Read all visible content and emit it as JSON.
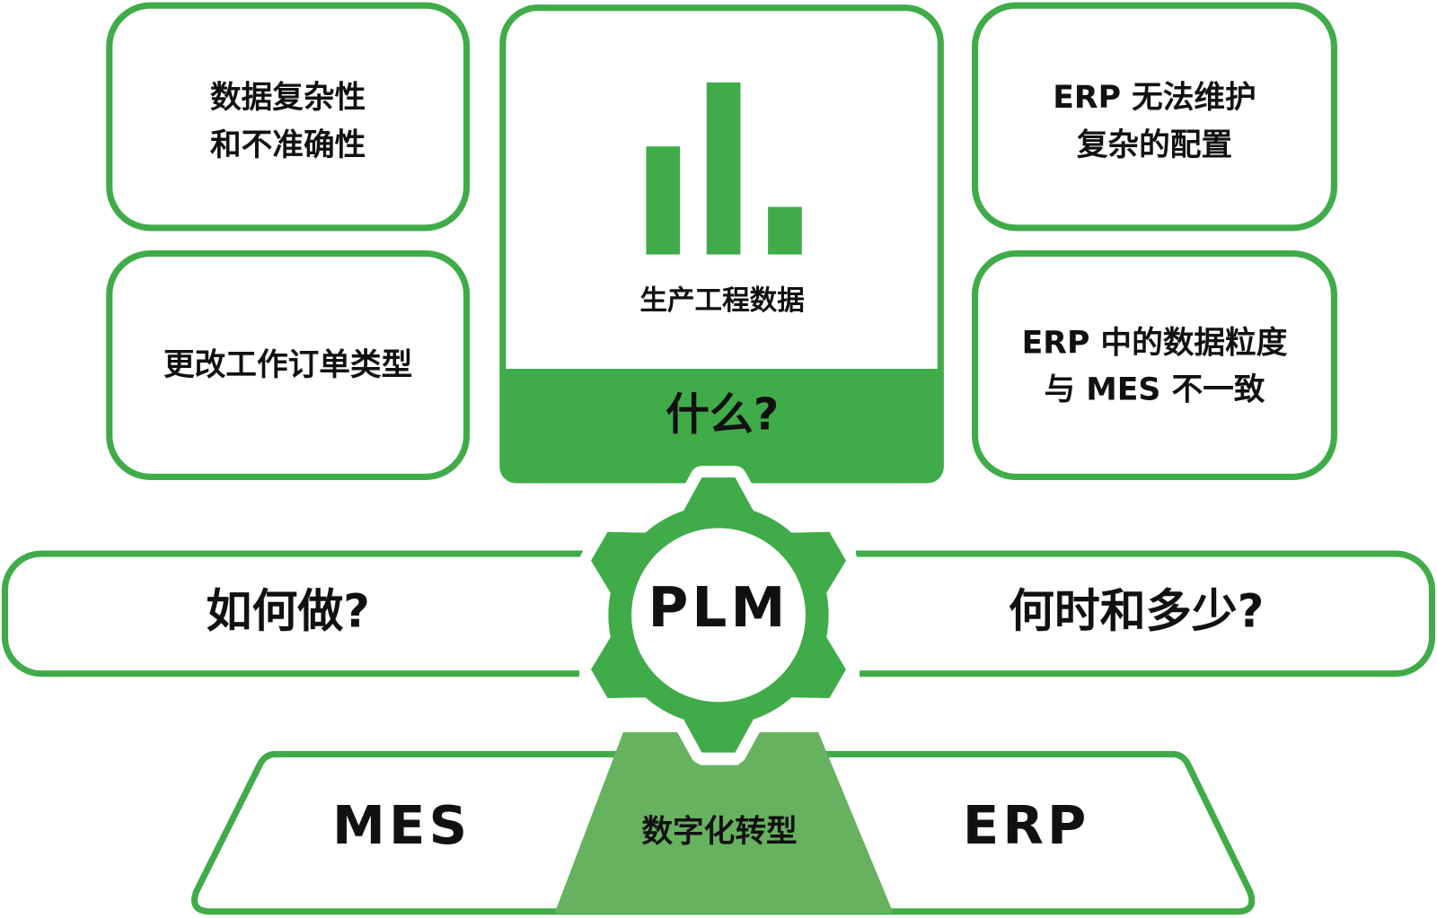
{
  "colors": {
    "accent": "#40AC49",
    "accent_light": "#66B25E",
    "text": "#111111"
  },
  "top_left_box": {
    "line1": "数据复杂性",
    "line2": "和不准确性"
  },
  "mid_left_box": {
    "text": "更改工作订单类型"
  },
  "center_box": {
    "icon": "bar-chart-icon",
    "caption": "生产工程数据",
    "question": "什么?"
  },
  "top_right_box": {
    "line1": "ERP 无法维护",
    "line2": "复杂的配置"
  },
  "mid_right_box": {
    "line1": "ERP 中的数据粒度",
    "line2": "与 MES 不一致"
  },
  "band": {
    "left": "如何做?",
    "right": "何时和多少?"
  },
  "gear": {
    "icon": "gear-icon",
    "label": "PLM"
  },
  "base": {
    "left": "MES",
    "center": "数字化转型",
    "right": "ERP"
  }
}
